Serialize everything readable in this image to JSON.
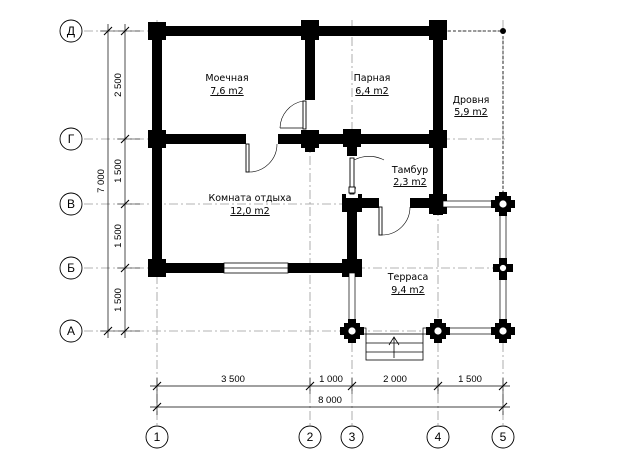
{
  "axes": {
    "rows": [
      {
        "label": "Д"
      },
      {
        "label": "Г"
      },
      {
        "label": "В"
      },
      {
        "label": "Б"
      },
      {
        "label": "А"
      }
    ],
    "columns": [
      {
        "label": "1"
      },
      {
        "label": "2"
      },
      {
        "label": "3"
      },
      {
        "label": "4"
      },
      {
        "label": "5"
      }
    ]
  },
  "dimensions": {
    "vertical_segments": [
      "2 500",
      "1 500",
      "1 500",
      "1 500"
    ],
    "vertical_total": "7 000",
    "horizontal_segments": [
      "3 500",
      "1 000",
      "2 000",
      "1 500"
    ],
    "horizontal_total": "8 000"
  },
  "rooms": [
    {
      "name": "Моечная",
      "area": "7,6 m2"
    },
    {
      "name": "Парная",
      "area": "6,4 m2"
    },
    {
      "name": "Дровня",
      "area": "5,9 m2"
    },
    {
      "name": "Тамбур",
      "area": "2,3 m2"
    },
    {
      "name": "Комната отдыха",
      "area": "12,0 m2"
    },
    {
      "name": "Терраса",
      "area": "9,4 m2"
    }
  ]
}
